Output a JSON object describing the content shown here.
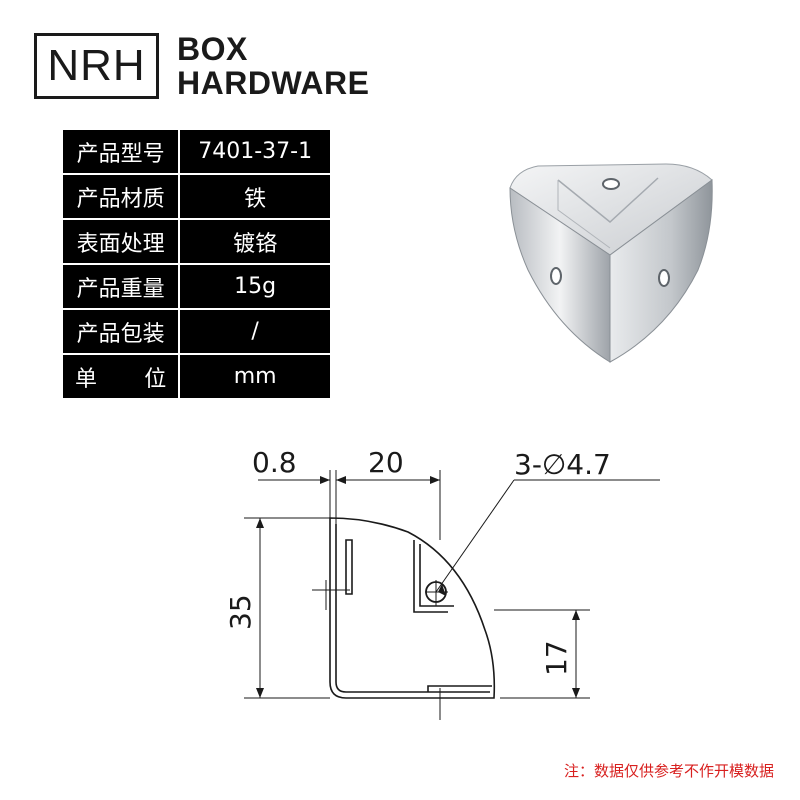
{
  "logo": {
    "mark": "NRH",
    "line1": "BOX",
    "line2": "HARDWARE"
  },
  "specs": [
    {
      "key": "产品型号",
      "value": "7401-37-1"
    },
    {
      "key": "产品材质",
      "value": "铁"
    },
    {
      "key": "表面处理",
      "value": "镀铬"
    },
    {
      "key": "产品重量",
      "value": "15g"
    },
    {
      "key": "产品包装",
      "value": "/"
    },
    {
      "key_a": "单",
      "key_b": "位",
      "value": "mm"
    }
  ],
  "drawing": {
    "dim_thickness": "0.8",
    "dim_width": "20",
    "dim_hole": "3-∅4.7",
    "dim_height": "35",
    "dim_hole_height": "17"
  },
  "note": "注：数据仅供参考不作开模数据"
}
